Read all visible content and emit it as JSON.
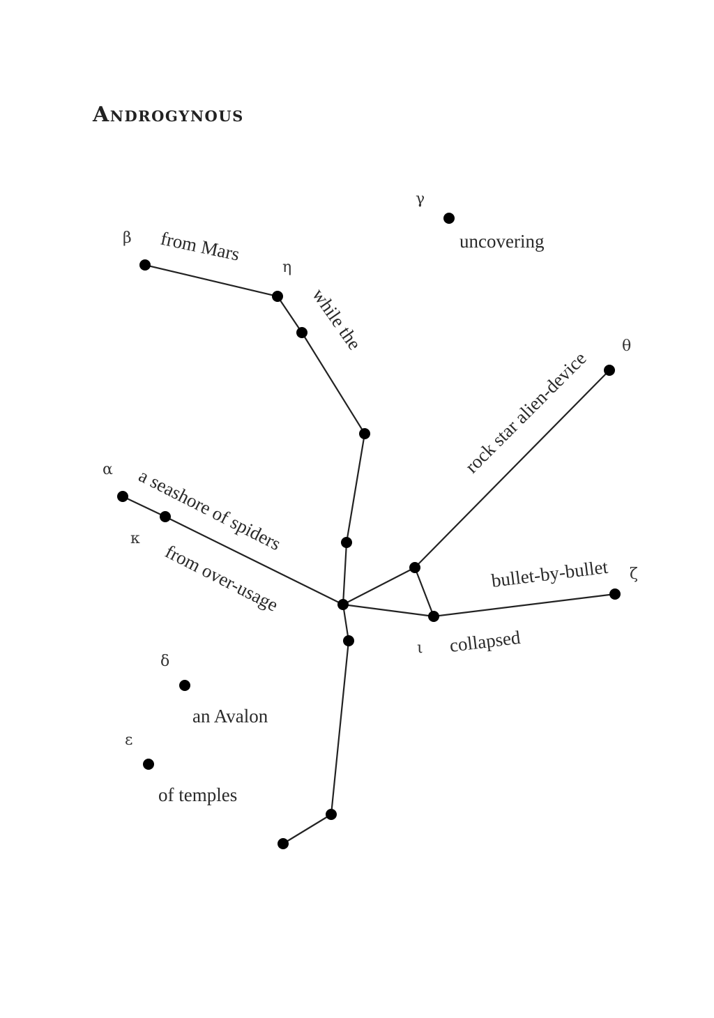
{
  "title": "Androgynous",
  "ink_color": "#222222",
  "star_color": "#000000",
  "stars": {
    "beta": {
      "symbol": "β"
    },
    "gamma": {
      "symbol": "γ"
    },
    "eta": {
      "symbol": "η"
    },
    "theta": {
      "symbol": "θ"
    },
    "alpha": {
      "symbol": "α"
    },
    "kappa": {
      "symbol": "κ"
    },
    "zeta": {
      "symbol": "ζ"
    },
    "iota": {
      "symbol": "ι"
    },
    "delta": {
      "symbol": "δ"
    },
    "epsilon": {
      "symbol": "ε"
    }
  },
  "phrases": {
    "from_mars": "from Mars",
    "uncovering": "uncovering",
    "while_the": "while the",
    "rock_star": "rock star alien-device",
    "seashore": "a seashore of spiders",
    "over_usage": "from over-usage",
    "bullet": "bullet-by-bullet",
    "collapsed": "collapsed",
    "avalon": "an Avalon",
    "temples": "of temples"
  }
}
